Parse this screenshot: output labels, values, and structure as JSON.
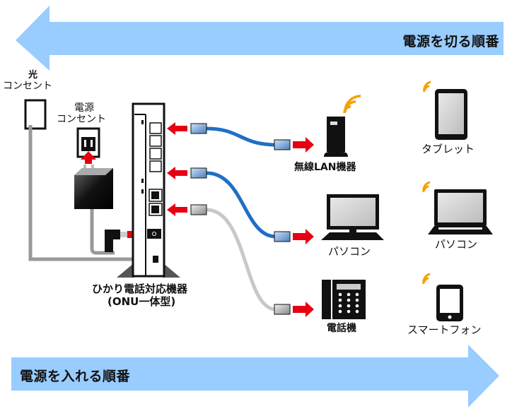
{
  "banners": {
    "power_off_order": "電源を切る順番",
    "power_on_order": "電源を入れる順番"
  },
  "labels": {
    "optical_outlet_line1": "光",
    "optical_outlet_line2": "コンセント",
    "power_outlet_line1": "電源",
    "power_outlet_line2": "コンセント",
    "onu_line1": "ひかり電話対応機器",
    "onu_line2": "(ONU一体型)",
    "wireless_lan": "無線LAN機器",
    "pc_wired": "パソコン",
    "telephone": "電話機",
    "tablet": "タブレット",
    "laptop": "パソコン",
    "smartphone": "スマートフォン"
  },
  "colors": {
    "banner": "#99CCFF",
    "cable_lan": "#1F6FC4",
    "cable_phone": "#C8C8C8",
    "cable_power": "#999999",
    "arrow_red": "#E60012",
    "wifi_orange": "#F5A000"
  }
}
